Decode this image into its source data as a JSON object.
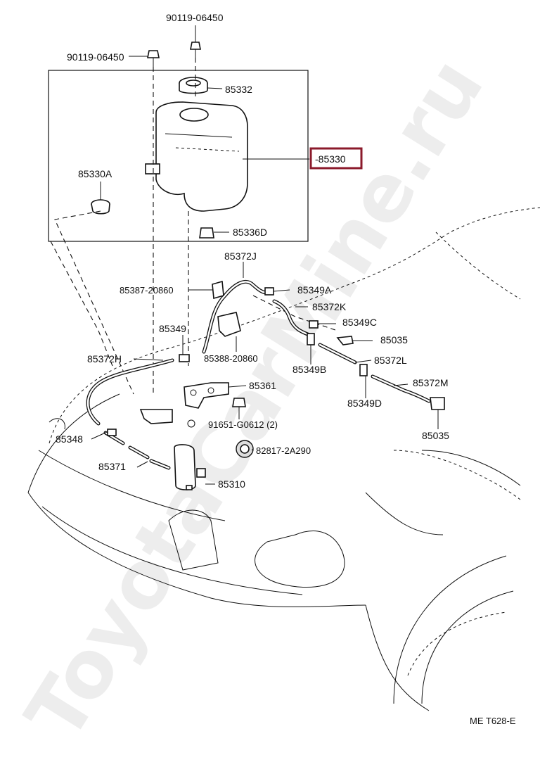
{
  "watermark": "ToyotaCarMine.ru",
  "highlight_color": "#8b1a2b",
  "figure_code": "ME T628-E",
  "labels": {
    "bolt_top": "90119-06450",
    "bolt_left": "90119-06450",
    "cap": "85332",
    "tank": "-85330",
    "grommet_a": "85330A",
    "cap_d": "85336D",
    "hose_j": "85372J",
    "clamp_20860a": "85387-20860",
    "check_a": "85349A",
    "hose_k": "85372K",
    "check_c": "85349C",
    "clip_1": "85035",
    "joint_349": "85349",
    "clamp_20860b": "85388-20860",
    "joint_b": "85349B",
    "hose_l": "85372L",
    "hose_h": "85372H",
    "bracket": "85361",
    "bolt_g0612": "91651-G0612 (2)",
    "check_d": "85349D",
    "hose_m": "85372M",
    "grommet_2a290": "82817-2A290",
    "clip_2": "85035",
    "joint_348": "85348",
    "hose_371": "85371",
    "pump": "85310"
  }
}
